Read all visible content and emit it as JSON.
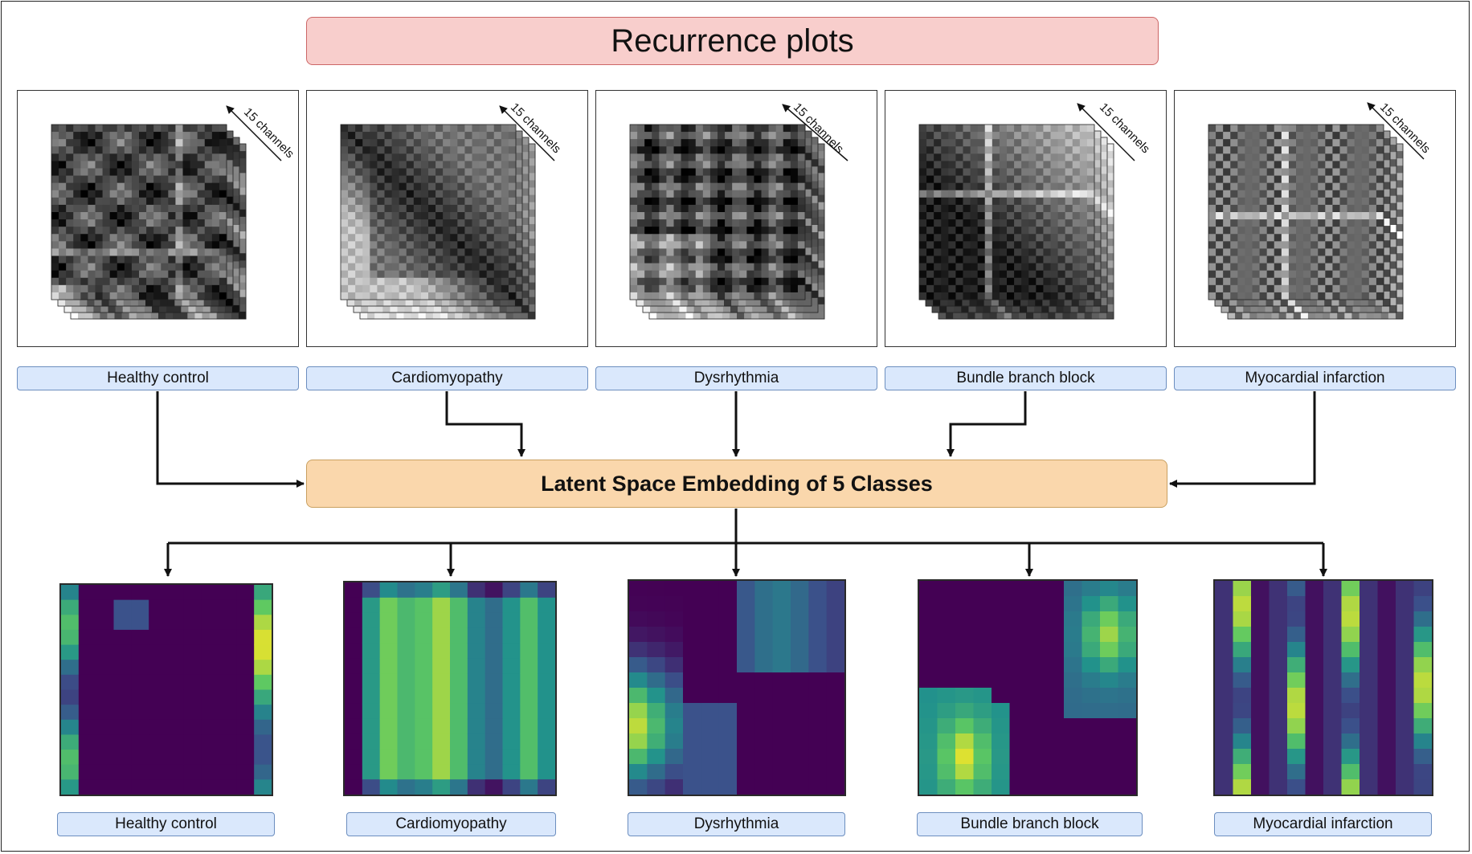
{
  "title": "Recurrence plots",
  "channels_label": "15 channels",
  "latent_label": "Latent Space Embedding of 5 Classes",
  "classes": [
    "Healthy control",
    "Cardiomyopathy",
    "Dysrhythmia",
    "Bundle branch block",
    "Myocardial infarction"
  ],
  "colors": {
    "title_fill": "#f8cecc",
    "label_fill": "#dae8fc",
    "latent_fill": "#fad7ac",
    "viridis": [
      "#440154",
      "#3b528b",
      "#21918c",
      "#5ec962",
      "#fde725"
    ]
  }
}
